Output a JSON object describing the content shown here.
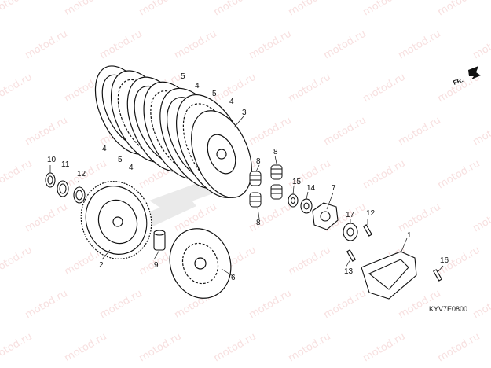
{
  "watermark": "motod.ru",
  "direction_label": "FR.",
  "diagram_code": "KYV7E0800",
  "callouts": [
    "1",
    "2",
    "3",
    "4",
    "4",
    "4",
    "4",
    "5",
    "5",
    "5",
    "6",
    "7",
    "8",
    "8",
    "8",
    "9",
    "10",
    "11",
    "12",
    "12",
    "13",
    "14",
    "15",
    "16",
    "17"
  ],
  "colors": {
    "line": "#111111",
    "watermark": "#f2c7c7",
    "hatch": "#d8d8d8"
  }
}
